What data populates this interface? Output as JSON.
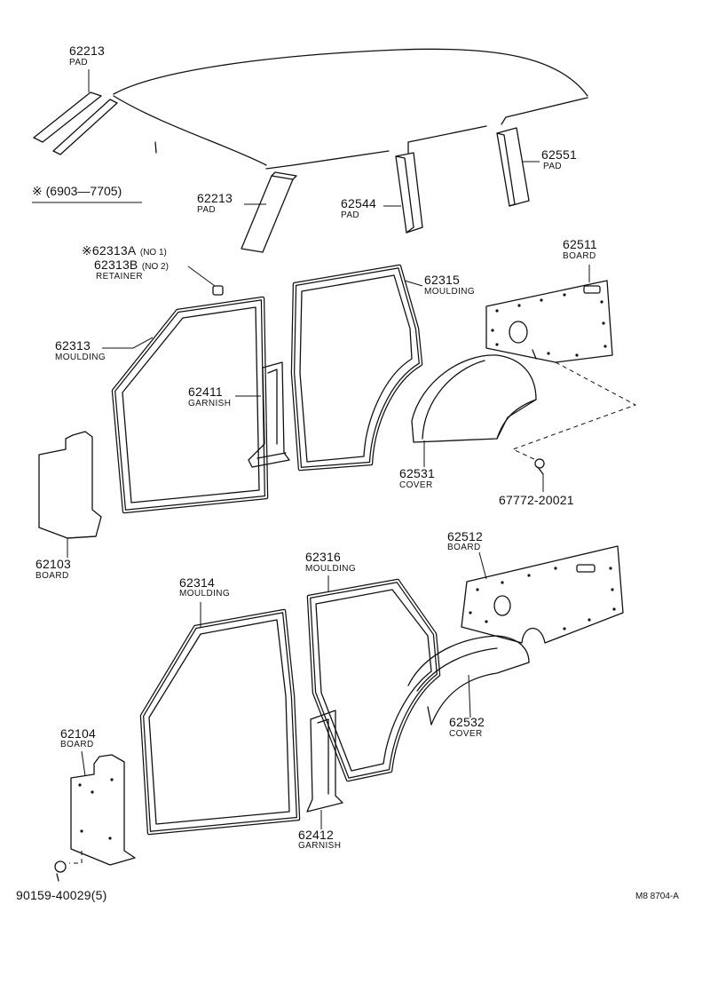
{
  "diagram_code": "M8 8704-A",
  "date_note": "※ (6903—7705)",
  "parts": {
    "p62213a": {
      "number": "62213",
      "name": "PAD"
    },
    "p62213b": {
      "number": "62213",
      "name": "PAD"
    },
    "p62544": {
      "number": "62544",
      "name": "PAD"
    },
    "p62551": {
      "number": "62551",
      "name": "PAD"
    },
    "p62313ab": {
      "line1": "※62313A",
      "line1_suffix": "(NO 1)",
      "line2": "62313B",
      "line2_suffix": "(NO 2)",
      "name": "RETAINER"
    },
    "p62313": {
      "number": "62313",
      "name": "MOULDING"
    },
    "p62411": {
      "number": "62411",
      "name": "GARNISH"
    },
    "p62315": {
      "number": "62315",
      "name": "MOULDING"
    },
    "p62511": {
      "number": "62511",
      "name": "BOARD"
    },
    "p62531": {
      "number": "62531",
      "name": "COVER"
    },
    "p67772": {
      "number": "67772-20021"
    },
    "p62103": {
      "number": "62103",
      "name": "BOARD"
    },
    "p62316": {
      "number": "62316",
      "name": "MOULDING"
    },
    "p62512": {
      "number": "62512",
      "name": "BOARD"
    },
    "p62314": {
      "number": "62314",
      "name": "MOULDING"
    },
    "p62532": {
      "number": "62532",
      "name": "COVER"
    },
    "p62104": {
      "number": "62104",
      "name": "BOARD"
    },
    "p62412": {
      "number": "62412",
      "name": "GARNISH"
    },
    "p90159": {
      "number": "90159-40029(5)"
    }
  }
}
